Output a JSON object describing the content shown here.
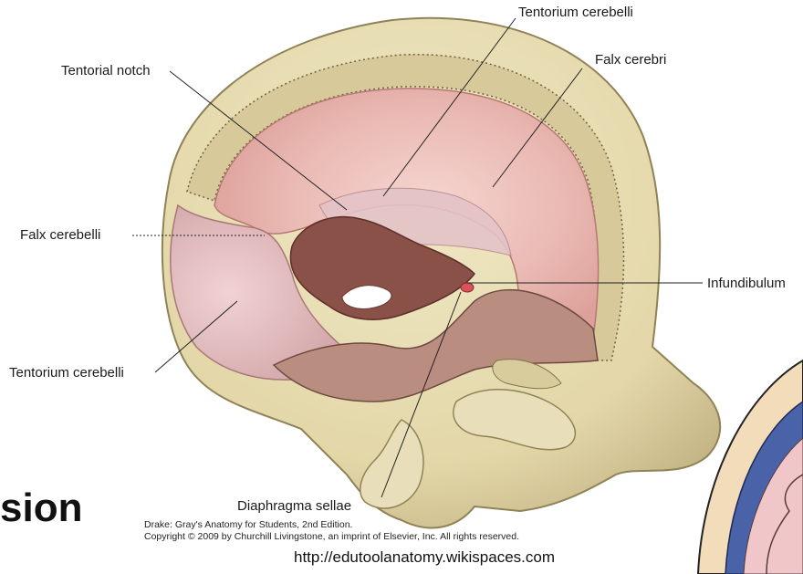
{
  "labels": {
    "tentorium_cerebelli_top": "Tentorium cerebelli",
    "falx_cerebri": "Falx cerebri",
    "tentorial_notch": "Tentorial notch",
    "falx_cerebelli": "Falx cerebelli",
    "infundibulum": "Infundibulum",
    "tentorium_cerebelli_bottom": "Tentorium cerebelli",
    "diaphragma_sellae": "Diaphragma sellae"
  },
  "slide_text": "sion",
  "credit": {
    "line1": "Drake: Gray's Anatomy for Students, 2nd Edition.",
    "line2": "Copyright © 2009 by Churchill Livingstone, an imprint of Elsevier, Inc. All rights reserved."
  },
  "source_url": "http://edutoolanatomy.wikispaces.com",
  "colors": {
    "bone": "#e6dcb2",
    "bone_dark": "#b8a97a",
    "dura": "#e9b3b0",
    "dura_light": "#f3cfcb",
    "cavity": "#7d4a42",
    "brain_blue": "#4a62a8"
  }
}
